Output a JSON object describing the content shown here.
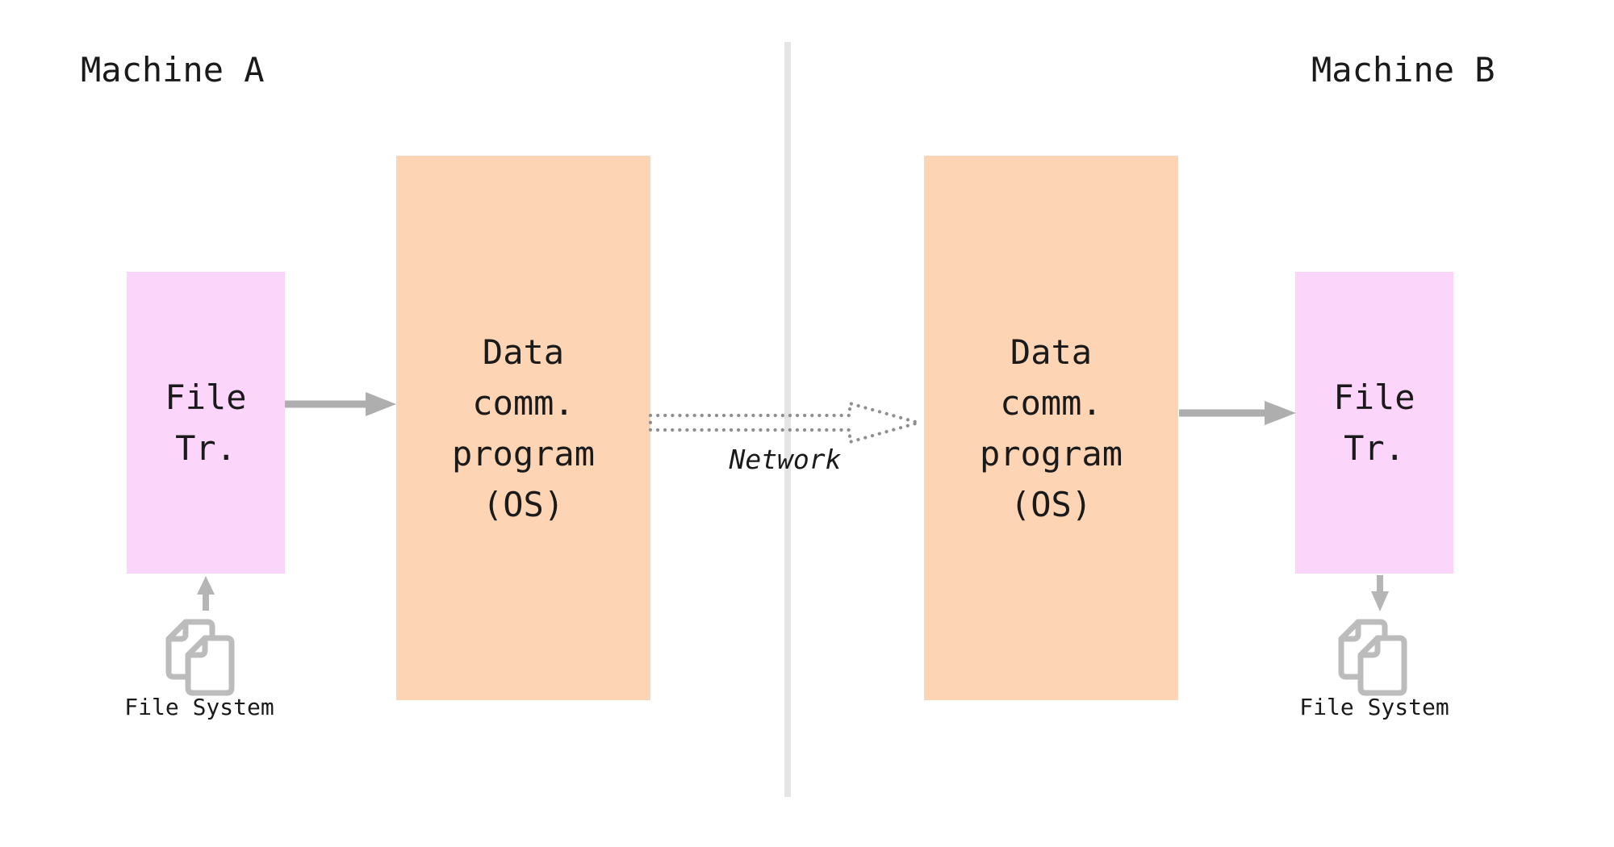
{
  "diagram": {
    "machine_a_label": "Machine A",
    "machine_b_label": "Machine B",
    "network_label": "Network",
    "machine_a": {
      "file_tr": {
        "lines": [
          "File",
          "Tr."
        ]
      },
      "datacomm": {
        "lines": [
          "Data",
          "comm.",
          "program",
          "(OS)"
        ]
      },
      "file_system_label": "File System"
    },
    "machine_b": {
      "file_tr": {
        "lines": [
          "File",
          "Tr."
        ]
      },
      "datacomm": {
        "lines": [
          "Data",
          "comm.",
          "program",
          "(OS)"
        ]
      },
      "file_system_label": "File System"
    },
    "colors": {
      "file_tr_box": "#fcd5fb",
      "datacomm_box": "#fdd4b4",
      "solid_arrow": "#aeaeae",
      "dotted_arrow": "#8f8f8f",
      "files_icon": "#bcbcbc",
      "divider": "#e4e4e4",
      "text": "#1a1a1a",
      "background": "#ffffff"
    }
  }
}
